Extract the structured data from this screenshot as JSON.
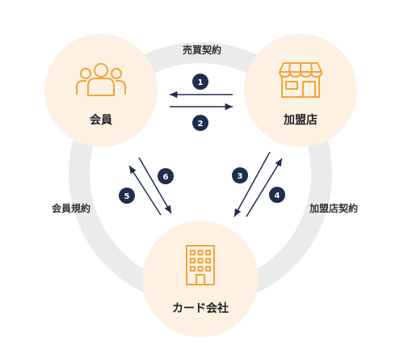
{
  "nodes": {
    "member": {
      "label": "会員",
      "icon": "people-icon"
    },
    "merchant": {
      "label": "加盟店",
      "icon": "storefront-icon"
    },
    "card_company": {
      "label": "カード会社",
      "icon": "office-building-icon"
    }
  },
  "relations": {
    "sales_contract": "売買契約",
    "member_terms": "会員規約",
    "merchant_contract": "加盟店契約"
  },
  "steps": {
    "s1": "1",
    "s2": "2",
    "s3": "3",
    "s4": "4",
    "s5": "5",
    "s6": "6"
  },
  "colors": {
    "ring": "#ebebeb",
    "node_fill": "#fdf1e3",
    "icon": "#f0a53a",
    "arrow": "#1f2d4e",
    "badge": "#1f2d4e"
  }
}
